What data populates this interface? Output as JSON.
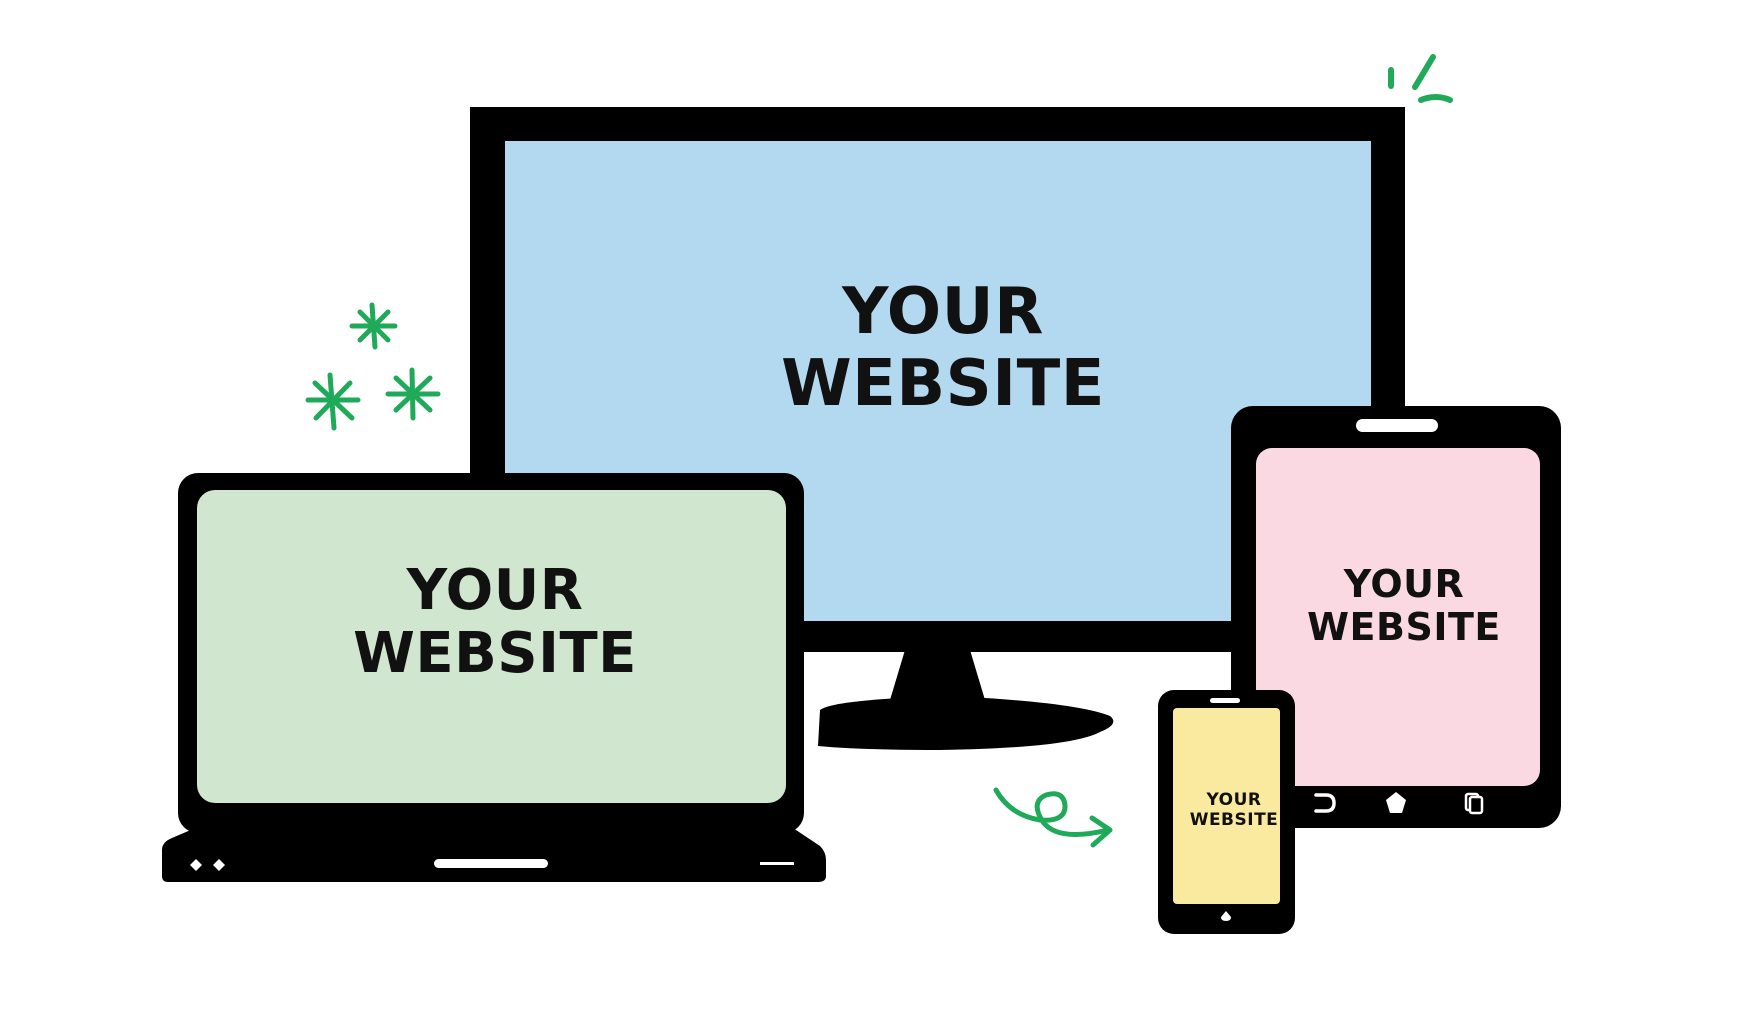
{
  "devices": {
    "monitor": {
      "line1": "YOUR",
      "line2": "WEBSITE",
      "screen_color": "#b3d9f1"
    },
    "laptop": {
      "line1": "YOUR",
      "line2": "WEBSITE",
      "screen_color": "#d0e6cf"
    },
    "tablet": {
      "line1": "YOUR",
      "line2": "WEBSITE",
      "screen_color": "#fad9e2"
    },
    "phone": {
      "line1": "YOUR",
      "line2": "WEBSITE",
      "screen_color": "#faea9f"
    }
  },
  "colors": {
    "device_body": "#000000",
    "accent": "#1faa59",
    "background": "#ffffff"
  },
  "icons": {
    "tablet_buttons": [
      "back-icon",
      "home-icon",
      "recent-apps-icon"
    ],
    "decorations": [
      "sparkle-icon",
      "sparkle-icon",
      "sparkle-icon",
      "burst-lines-icon",
      "curly-arrow-icon"
    ]
  }
}
